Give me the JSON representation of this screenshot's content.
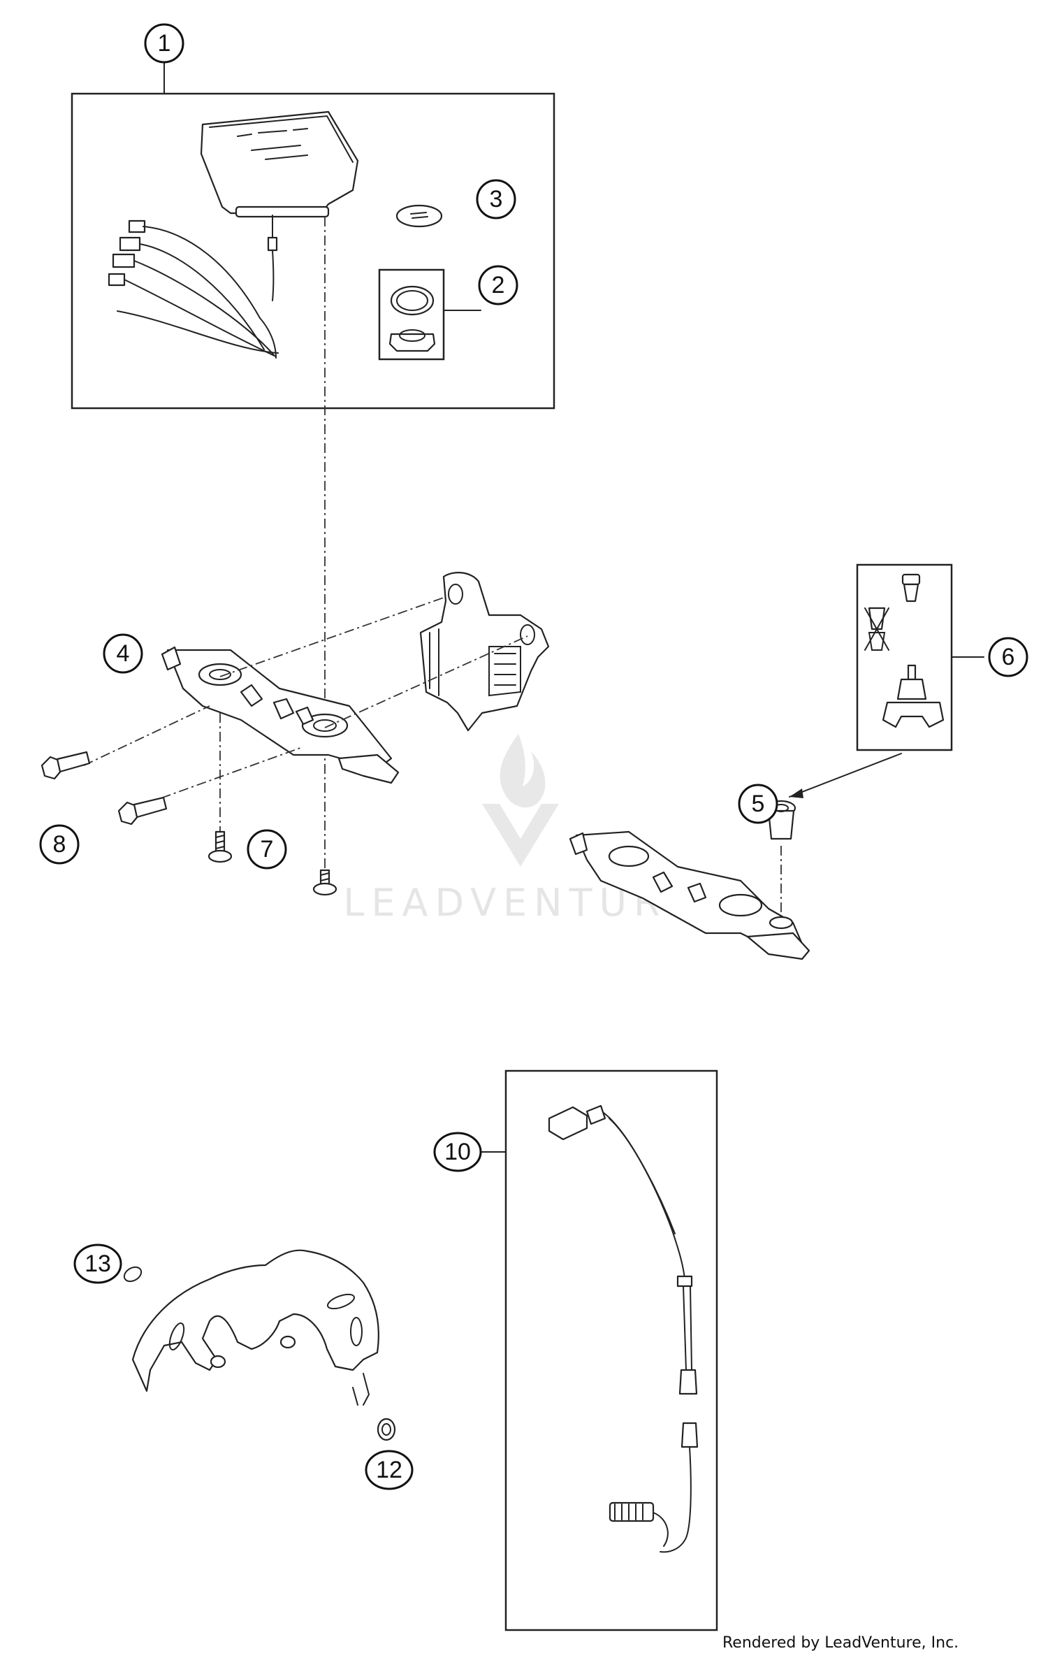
{
  "callouts": {
    "c1": "1",
    "c2": "2",
    "c3": "3",
    "c4": "4",
    "c5": "5",
    "c6": "6",
    "c7": "7",
    "c8": "8",
    "c10": "10",
    "c12": "12",
    "c13": "13"
  },
  "watermark": "LEADVENTURE",
  "footer": "Rendered by LeadVenture, Inc."
}
